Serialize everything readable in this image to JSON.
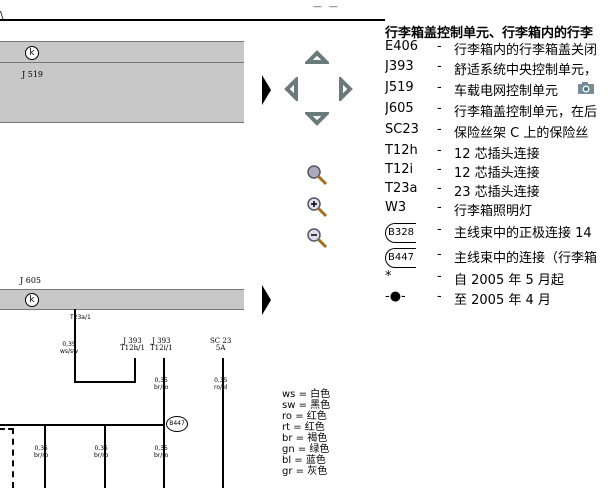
{
  "page_title": "",
  "page_indicator": "— —",
  "top_left_mark": "\\",
  "band1": {
    "label": "J 519"
  },
  "band2": {
    "label": "J 605"
  },
  "wire_labels": {
    "t23a1": "T23a/1",
    "w1": "0,35\nws/sw",
    "j393a": "J 393\nT12h/1",
    "j393b": "J 393\nT12i/1",
    "sc23": "SC 23\n5A",
    "w2": "0,35\nbr/ro",
    "w3": "0,35\nro/bl",
    "b447": "B447",
    "w4": "0,35\nbr/ro",
    "w5": "0,35\nbr/ro",
    "w6": "0,35\nbr/ro"
  },
  "legend": {
    "title": "行李箱盖控制单元、行李箱内的行李",
    "rows": [
      {
        "code": "E406",
        "dash": "-",
        "desc": "行李箱内的行李箱盖关闭"
      },
      {
        "code": "J393",
        "dash": "-",
        "desc": "舒适系统中央控制单元，"
      },
      {
        "code": "J519",
        "dash": "-",
        "desc": "车载电网控制单元"
      },
      {
        "code": "J605",
        "dash": "-",
        "desc": "行李箱盖控制单元，在后"
      },
      {
        "code": "SC23",
        "dash": "-",
        "desc": "保险丝架 C 上的保险丝"
      },
      {
        "code": "T12h",
        "dash": "-",
        "desc": "12 芯插头连接"
      },
      {
        "code": "T12i",
        "dash": "-",
        "desc": "12 芯插头连接"
      },
      {
        "code": "T23a",
        "dash": "-",
        "desc": "23 芯插头连接"
      },
      {
        "code": "W3",
        "dash": "-",
        "desc": "行李箱照明灯"
      },
      {
        "code": "B328",
        "dash": "-",
        "desc": "主线束中的正极连接 14"
      },
      {
        "code": "B447",
        "dash": "-",
        "desc": "主线束中的连接（行李箱"
      },
      {
        "code": "*",
        "dash": "-",
        "desc": "自 2005 年 5 月起"
      },
      {
        "code": "-●-",
        "dash": "-",
        "desc": "至 2005 年 4 月"
      }
    ]
  },
  "colors": [
    "ws = 白色",
    "sw = 黑色",
    "ro = 红色",
    "rt = 红色",
    "br = 褐色",
    "gn = 绿色",
    "bl = 蓝色",
    "gr = 灰色"
  ],
  "theme": {
    "band_fill": "#c8c8c8",
    "border": "#777777"
  }
}
